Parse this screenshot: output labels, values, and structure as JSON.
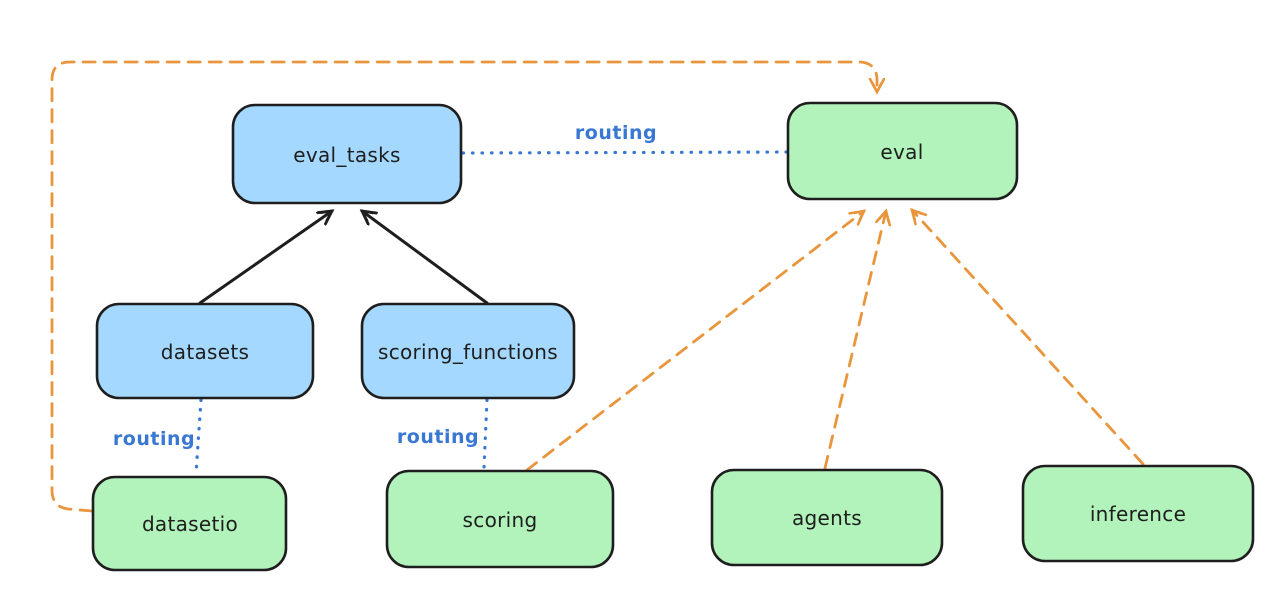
{
  "diagram": {
    "kind": "architecture-diagram",
    "colors": {
      "background": "#ffffff",
      "registry_node_fill": "#a5d8ff",
      "provider_node_fill": "#b2f2bb",
      "node_border": "#1e1e1e",
      "routing_blue": "#3978d2",
      "dependency_orange": "#e8953c",
      "parent_arrow_black": "#1e1e1e"
    },
    "nodes": [
      {
        "id": "eval_tasks",
        "label": "eval_tasks",
        "role": "registry"
      },
      {
        "id": "eval",
        "label": "eval",
        "role": "provider"
      },
      {
        "id": "datasets",
        "label": "datasets",
        "role": "registry"
      },
      {
        "id": "scoring_functions",
        "label": "scoring_functions",
        "role": "registry"
      },
      {
        "id": "datasetio",
        "label": "datasetio",
        "role": "provider"
      },
      {
        "id": "scoring",
        "label": "scoring",
        "role": "provider"
      },
      {
        "id": "agents",
        "label": "agents",
        "role": "provider"
      },
      {
        "id": "inference",
        "label": "inference",
        "role": "provider"
      }
    ],
    "edges": [
      {
        "from": "datasets",
        "to": "eval_tasks",
        "style": "solid-black-arrow",
        "label": ""
      },
      {
        "from": "scoring_functions",
        "to": "eval_tasks",
        "style": "solid-black-arrow",
        "label": ""
      },
      {
        "from": "eval_tasks",
        "to": "eval",
        "style": "dotted-blue",
        "label": "routing"
      },
      {
        "from": "datasets",
        "to": "datasetio",
        "style": "dotted-blue",
        "label": "routing"
      },
      {
        "from": "scoring_functions",
        "to": "scoring",
        "style": "dotted-blue",
        "label": "routing"
      },
      {
        "from": "datasetio",
        "to": "eval",
        "style": "dashed-orange-arrow",
        "label": ""
      },
      {
        "from": "scoring",
        "to": "eval",
        "style": "dashed-orange-arrow",
        "label": ""
      },
      {
        "from": "agents",
        "to": "eval",
        "style": "dashed-orange-arrow",
        "label": ""
      },
      {
        "from": "inference",
        "to": "eval",
        "style": "dashed-orange-arrow",
        "label": ""
      }
    ],
    "routing_labels": [
      {
        "text": "routing"
      },
      {
        "text": "routing"
      },
      {
        "text": "routing"
      }
    ]
  }
}
